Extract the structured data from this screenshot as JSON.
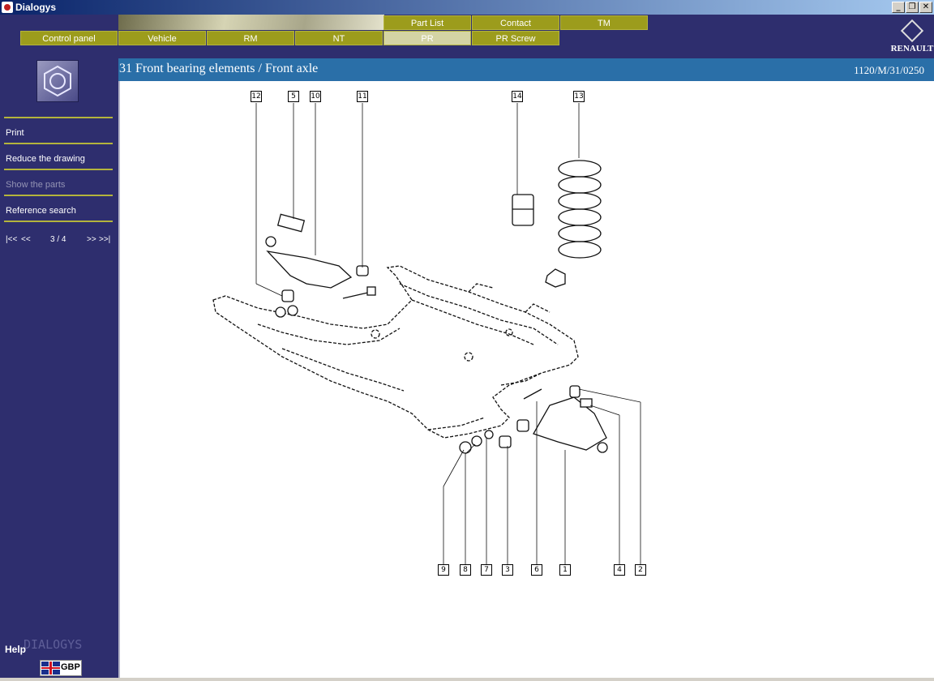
{
  "window": {
    "title": "Dialogys",
    "buttons": {
      "minimize": "_",
      "restore": "❐",
      "close": "✕"
    }
  },
  "tabs_top": [
    {
      "label": "Part List"
    },
    {
      "label": "Contact"
    },
    {
      "label": "TM"
    }
  ],
  "tabs_main": [
    {
      "label": "Control panel"
    },
    {
      "label": "Vehicle"
    },
    {
      "label": "RM"
    },
    {
      "label": "NT"
    },
    {
      "label": "PR",
      "active": true
    },
    {
      "label": "PR Screw"
    }
  ],
  "brand": {
    "logo_text": "RENAULT"
  },
  "sidebar": {
    "menu": [
      {
        "label": "Print",
        "enabled": true
      },
      {
        "label": "Reduce the drawing",
        "enabled": true
      },
      {
        "label": "Show the parts",
        "enabled": false
      },
      {
        "label": "Reference search",
        "enabled": true
      }
    ],
    "pager": {
      "first": "|<<",
      "prev": "<<",
      "position": "3 / 4",
      "next": ">>",
      "last": ">>|"
    },
    "help": "Help",
    "brand_mark": "DIALOGYS",
    "currency": "GBP"
  },
  "page": {
    "title": "31 Front bearing elements / Front axle",
    "reference": "1120/M/31/0250"
  },
  "drawing": {
    "callouts_top": [
      "12",
      "5",
      "10",
      "11",
      "14",
      "13"
    ],
    "callouts_bottom": [
      "9",
      "8",
      "7",
      "3",
      "6",
      "1",
      "4",
      "2"
    ]
  },
  "colors": {
    "background": "#2e2e6e",
    "tab": "#9c9c1c",
    "tab_active": "#d4d4a4",
    "page_bar": "#2a6fa8",
    "separator": "#b4b43c"
  }
}
